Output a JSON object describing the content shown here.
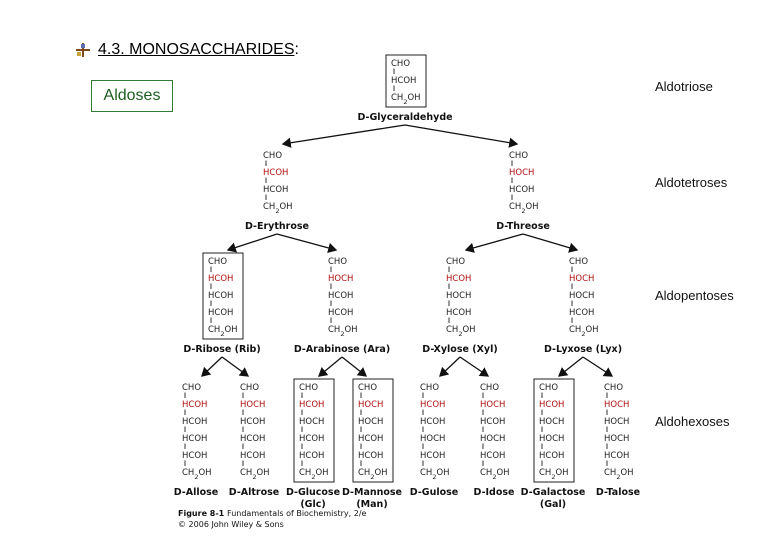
{
  "header": {
    "title_main": "4.3. MONOSACCHARIDES",
    "title_suffix": ":",
    "bullet_icon": "bullet-icon"
  },
  "box_label": "Aldoses",
  "levels": [
    "Aldotriose",
    "Aldotetroses",
    "Aldopentoses",
    "Aldohexoses"
  ],
  "credit": [
    "Figure 8-1",
    "Fundamentals of Biochemistry, 2/e",
    "© 2006 John Wiley & Sons"
  ],
  "molecules": [
    {
      "id": "gly",
      "top": "CHO",
      "rows": [
        [
          "HCOH",
          0
        ]
      ],
      "bottom": "CH2OH",
      "name": "D-Glyceraldehyde",
      "framed": true
    },
    {
      "id": "ery",
      "top": "CHO",
      "rows": [
        [
          "HCOH",
          1
        ],
        [
          "HCOH",
          0
        ]
      ],
      "bottom": "CH2OH",
      "name": "D-Erythrose"
    },
    {
      "id": "thr",
      "top": "CHO",
      "rows": [
        [
          "HOCH",
          1
        ],
        [
          "HCOH",
          0
        ]
      ],
      "bottom": "CH2OH",
      "name": "D-Threose"
    },
    {
      "id": "rib",
      "top": "CHO",
      "rows": [
        [
          "HCOH",
          1
        ],
        [
          "HCOH",
          0
        ],
        [
          "HCOH",
          0
        ]
      ],
      "bottom": "CH2OH",
      "name": "D-Ribose (Rib)",
      "framed": true
    },
    {
      "id": "ara",
      "top": "CHO",
      "rows": [
        [
          "HOCH",
          1
        ],
        [
          "HCOH",
          0
        ],
        [
          "HCOH",
          0
        ]
      ],
      "bottom": "CH2OH",
      "name": "D-Arabinose (Ara)"
    },
    {
      "id": "xyl",
      "top": "CHO",
      "rows": [
        [
          "HCOH",
          1
        ],
        [
          "HOCH",
          0
        ],
        [
          "HCOH",
          0
        ]
      ],
      "bottom": "CH2OH",
      "name": "D-Xylose (Xyl)"
    },
    {
      "id": "lyx",
      "top": "CHO",
      "rows": [
        [
          "HOCH",
          1
        ],
        [
          "HOCH",
          0
        ],
        [
          "HCOH",
          0
        ]
      ],
      "bottom": "CH2OH",
      "name": "D-Lyxose (Lyx)"
    },
    {
      "id": "all",
      "top": "CHO",
      "rows": [
        [
          "HCOH",
          1
        ],
        [
          "HCOH",
          0
        ],
        [
          "HCOH",
          0
        ],
        [
          "HCOH",
          0
        ]
      ],
      "bottom": "CH2OH",
      "name": "D-Allose"
    },
    {
      "id": "alt",
      "top": "CHO",
      "rows": [
        [
          "HOCH",
          1
        ],
        [
          "HCOH",
          0
        ],
        [
          "HCOH",
          0
        ],
        [
          "HCOH",
          0
        ]
      ],
      "bottom": "CH2OH",
      "name": "D-Altrose"
    },
    {
      "id": "glc",
      "top": "CHO",
      "rows": [
        [
          "HCOH",
          1
        ],
        [
          "HOCH",
          0
        ],
        [
          "HCOH",
          0
        ],
        [
          "HCOH",
          0
        ]
      ],
      "bottom": "CH2OH",
      "name": "D-Glucose",
      "name2": "(Glc)",
      "framed": true
    },
    {
      "id": "man",
      "top": "CHO",
      "rows": [
        [
          "HOCH",
          1
        ],
        [
          "HOCH",
          0
        ],
        [
          "HCOH",
          0
        ],
        [
          "HCOH",
          0
        ]
      ],
      "bottom": "CH2OH",
      "name": "D-Mannose",
      "name2": "(Man)",
      "framed": true
    },
    {
      "id": "gul",
      "top": "CHO",
      "rows": [
        [
          "HCOH",
          1
        ],
        [
          "HCOH",
          0
        ],
        [
          "HOCH",
          0
        ],
        [
          "HCOH",
          0
        ]
      ],
      "bottom": "CH2OH",
      "name": "D-Gulose"
    },
    {
      "id": "ido",
      "top": "CHO",
      "rows": [
        [
          "HOCH",
          1
        ],
        [
          "HCOH",
          0
        ],
        [
          "HOCH",
          0
        ],
        [
          "HCOH",
          0
        ]
      ],
      "bottom": "CH2OH",
      "name": "D-Idose"
    },
    {
      "id": "gal",
      "top": "CHO",
      "rows": [
        [
          "HCOH",
          1
        ],
        [
          "HOCH",
          0
        ],
        [
          "HOCH",
          0
        ],
        [
          "HCOH",
          0
        ]
      ],
      "bottom": "CH2OH",
      "name": "D-Galactose",
      "name2": "(Gal)",
      "framed": true
    },
    {
      "id": "tal",
      "top": "CHO",
      "rows": [
        [
          "HOCH",
          1
        ],
        [
          "HOCH",
          0
        ],
        [
          "HOCH",
          0
        ],
        [
          "HCOH",
          0
        ]
      ],
      "bottom": "CH2OH",
      "name": "D-Talose"
    }
  ],
  "edges": [
    [
      "gly",
      "ery"
    ],
    [
      "gly",
      "thr"
    ],
    [
      "ery",
      "rib"
    ],
    [
      "ery",
      "ara"
    ],
    [
      "thr",
      "xyl"
    ],
    [
      "thr",
      "lyx"
    ],
    [
      "rib",
      "all"
    ],
    [
      "rib",
      "alt"
    ],
    [
      "ara",
      "glc"
    ],
    [
      "ara",
      "man"
    ],
    [
      "xyl",
      "gul"
    ],
    [
      "xyl",
      "ido"
    ],
    [
      "lyx",
      "gal"
    ],
    [
      "lyx",
      "tal"
    ]
  ],
  "colors": {
    "highlight": "#b01010",
    "box_border": "#2e7d32"
  }
}
